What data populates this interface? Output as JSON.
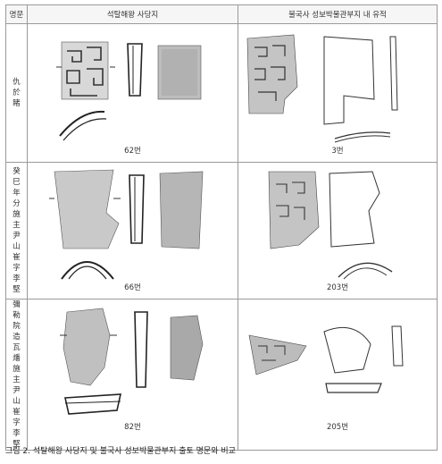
{
  "header": {
    "col_name": "명문",
    "col_a": "석탈해왕 사당지",
    "col_b": "불국사 성보박물관부지 내 유적"
  },
  "rows": [
    {
      "name": [
        "仇",
        "於",
        "睹"
      ],
      "num_a": "62번",
      "num_b": "3번"
    },
    {
      "name": [
        "癸",
        "巳",
        "年",
        "分",
        "施",
        "主",
        "尹",
        "山",
        "崔",
        "字",
        "李",
        "堅"
      ],
      "num_a": "66번",
      "num_b": "203번"
    },
    {
      "name": [
        "彌",
        "勒",
        "院",
        "造",
        "瓦",
        "燔",
        "施",
        "主",
        "尹",
        "山",
        "崔",
        "字",
        "李",
        "堅"
      ],
      "num_a": "82번",
      "num_b": "205번"
    }
  ],
  "caption": "그림 2. 석탈해왕 사당지 및 불국사 성보박물관부지 출토 명문와 비교"
}
